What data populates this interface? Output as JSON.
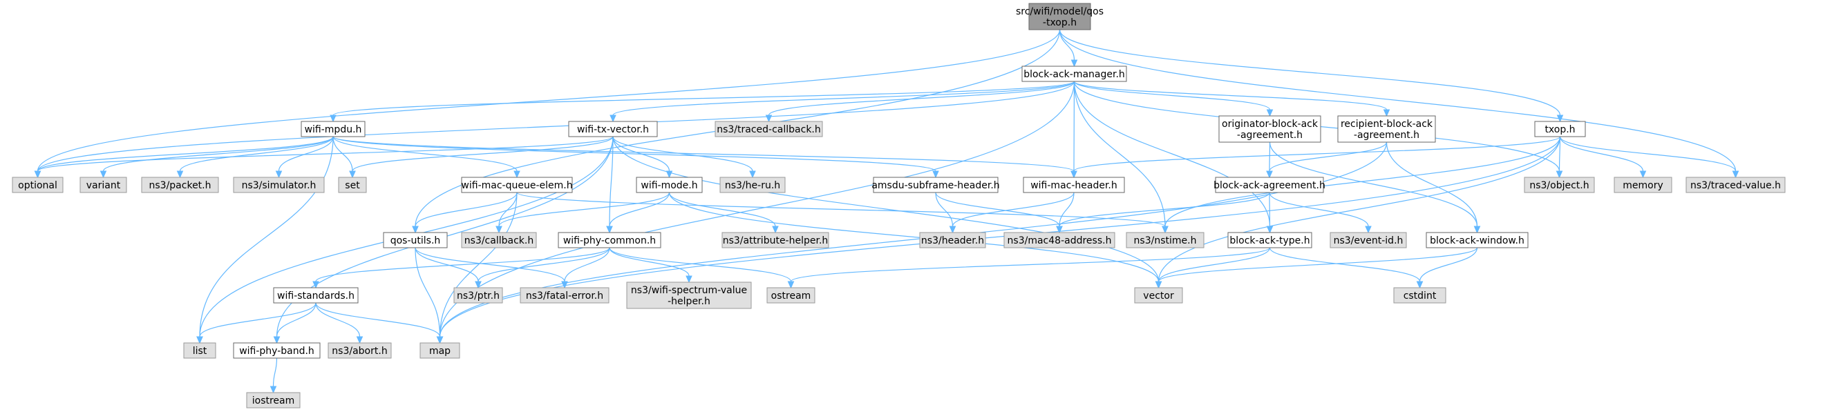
{
  "graph": {
    "colors": {
      "root_fill": "#999999",
      "local_fill": "#ffffff",
      "external_fill": "#e0e0e0",
      "edge": "#63b8ff"
    },
    "nodes": [
      {
        "id": "txop_h_root",
        "lines": [
          "src/wifi/model/qos",
          "-txop.h"
        ],
        "kind": "root"
      },
      {
        "id": "block_ack_manager",
        "lines": [
          "block-ack-manager.h"
        ],
        "kind": "local"
      },
      {
        "id": "txop_h",
        "lines": [
          "txop.h"
        ],
        "kind": "local"
      },
      {
        "id": "wifi_mpdu",
        "lines": [
          "wifi-mpdu.h"
        ],
        "kind": "local"
      },
      {
        "id": "wifi_tx_vector",
        "lines": [
          "wifi-tx-vector.h"
        ],
        "kind": "local"
      },
      {
        "id": "traced_callback",
        "lines": [
          "ns3/traced-callback.h"
        ],
        "kind": "ext"
      },
      {
        "id": "originator_baa",
        "lines": [
          "originator-block-ack",
          "-agreement.h"
        ],
        "kind": "local"
      },
      {
        "id": "recipient_baa",
        "lines": [
          "recipient-block-ack",
          "-agreement.h"
        ],
        "kind": "local"
      },
      {
        "id": "optional",
        "lines": [
          "optional"
        ],
        "kind": "ext"
      },
      {
        "id": "variant",
        "lines": [
          "variant"
        ],
        "kind": "ext"
      },
      {
        "id": "packet",
        "lines": [
          "ns3/packet.h"
        ],
        "kind": "ext"
      },
      {
        "id": "simulator",
        "lines": [
          "ns3/simulator.h"
        ],
        "kind": "ext"
      },
      {
        "id": "set",
        "lines": [
          "set"
        ],
        "kind": "ext"
      },
      {
        "id": "wifi_mac_queue_elem",
        "lines": [
          "wifi-mac-queue-elem.h"
        ],
        "kind": "local"
      },
      {
        "id": "wifi_mode",
        "lines": [
          "wifi-mode.h"
        ],
        "kind": "local"
      },
      {
        "id": "he_ru",
        "lines": [
          "ns3/he-ru.h"
        ],
        "kind": "ext"
      },
      {
        "id": "amsdu_subframe",
        "lines": [
          "amsdu-subframe-header.h"
        ],
        "kind": "local"
      },
      {
        "id": "wifi_mac_header",
        "lines": [
          "wifi-mac-header.h"
        ],
        "kind": "local"
      },
      {
        "id": "block_ack_agreement",
        "lines": [
          "block-ack-agreement.h"
        ],
        "kind": "local"
      },
      {
        "id": "object",
        "lines": [
          "ns3/object.h"
        ],
        "kind": "ext"
      },
      {
        "id": "memory",
        "lines": [
          "memory"
        ],
        "kind": "ext"
      },
      {
        "id": "traced_value",
        "lines": [
          "ns3/traced-value.h"
        ],
        "kind": "ext"
      },
      {
        "id": "qos_utils",
        "lines": [
          "qos-utils.h"
        ],
        "kind": "local"
      },
      {
        "id": "callback",
        "lines": [
          "ns3/callback.h"
        ],
        "kind": "ext"
      },
      {
        "id": "wifi_phy_common",
        "lines": [
          "wifi-phy-common.h"
        ],
        "kind": "local"
      },
      {
        "id": "attribute_helper",
        "lines": [
          "ns3/attribute-helper.h"
        ],
        "kind": "ext"
      },
      {
        "id": "header",
        "lines": [
          "ns3/header.h"
        ],
        "kind": "ext"
      },
      {
        "id": "mac48",
        "lines": [
          "ns3/mac48-address.h"
        ],
        "kind": "ext"
      },
      {
        "id": "nstime",
        "lines": [
          "ns3/nstime.h"
        ],
        "kind": "ext"
      },
      {
        "id": "block_ack_type",
        "lines": [
          "block-ack-type.h"
        ],
        "kind": "local"
      },
      {
        "id": "event_id",
        "lines": [
          "ns3/event-id.h"
        ],
        "kind": "ext"
      },
      {
        "id": "block_ack_window",
        "lines": [
          "block-ack-window.h"
        ],
        "kind": "local"
      },
      {
        "id": "wifi_standards",
        "lines": [
          "wifi-standards.h"
        ],
        "kind": "local"
      },
      {
        "id": "ptr",
        "lines": [
          "ns3/ptr.h"
        ],
        "kind": "ext"
      },
      {
        "id": "fatal_error",
        "lines": [
          "ns3/fatal-error.h"
        ],
        "kind": "ext"
      },
      {
        "id": "spectrum_value_helper",
        "lines": [
          "ns3/wifi-spectrum-value",
          "-helper.h"
        ],
        "kind": "ext"
      },
      {
        "id": "ostream",
        "lines": [
          "ostream"
        ],
        "kind": "ext"
      },
      {
        "id": "vector",
        "lines": [
          "vector"
        ],
        "kind": "ext"
      },
      {
        "id": "cstdint",
        "lines": [
          "cstdint"
        ],
        "kind": "ext"
      },
      {
        "id": "list",
        "lines": [
          "list"
        ],
        "kind": "ext"
      },
      {
        "id": "wifi_phy_band",
        "lines": [
          "wifi-phy-band.h"
        ],
        "kind": "local"
      },
      {
        "id": "abort",
        "lines": [
          "ns3/abort.h"
        ],
        "kind": "ext"
      },
      {
        "id": "map",
        "lines": [
          "map"
        ],
        "kind": "ext"
      },
      {
        "id": "iostream",
        "lines": [
          "iostream"
        ],
        "kind": "ext"
      }
    ],
    "edges": [
      [
        "txop_h_root",
        "block_ack_manager"
      ],
      [
        "txop_h_root",
        "txop_h"
      ],
      [
        "txop_h_root",
        "optional"
      ],
      [
        "txop_h_root",
        "qos_utils"
      ],
      [
        "txop_h_root",
        "traced_value"
      ],
      [
        "block_ack_manager",
        "wifi_mpdu"
      ],
      [
        "block_ack_manager",
        "wifi_tx_vector"
      ],
      [
        "block_ack_manager",
        "traced_callback"
      ],
      [
        "block_ack_manager",
        "originator_baa"
      ],
      [
        "block_ack_manager",
        "recipient_baa"
      ],
      [
        "block_ack_manager",
        "optional"
      ],
      [
        "block_ack_manager",
        "wifi_mac_header"
      ],
      [
        "block_ack_manager",
        "nstime"
      ],
      [
        "block_ack_manager",
        "block_ack_type"
      ],
      [
        "block_ack_manager",
        "object"
      ],
      [
        "block_ack_manager",
        "map"
      ],
      [
        "wifi_mpdu",
        "optional"
      ],
      [
        "wifi_mpdu",
        "variant"
      ],
      [
        "wifi_mpdu",
        "packet"
      ],
      [
        "wifi_mpdu",
        "simulator"
      ],
      [
        "wifi_mpdu",
        "set"
      ],
      [
        "wifi_mpdu",
        "wifi_mac_queue_elem"
      ],
      [
        "wifi_mpdu",
        "amsdu_subframe"
      ],
      [
        "wifi_mpdu",
        "wifi_mac_header"
      ],
      [
        "wifi_mpdu",
        "list"
      ],
      [
        "wifi_tx_vector",
        "optional"
      ],
      [
        "wifi_tx_vector",
        "set"
      ],
      [
        "wifi_tx_vector",
        "wifi_mode"
      ],
      [
        "wifi_tx_vector",
        "he_ru"
      ],
      [
        "wifi_tx_vector",
        "wifi_phy_common"
      ],
      [
        "wifi_tx_vector",
        "wifi_phy_band"
      ],
      [
        "wifi_tx_vector",
        "list"
      ],
      [
        "wifi_tx_vector",
        "vector"
      ],
      [
        "originator_baa",
        "block_ack_agreement"
      ],
      [
        "originator_baa",
        "block_ack_window"
      ],
      [
        "recipient_baa",
        "block_ack_agreement"
      ],
      [
        "recipient_baa",
        "block_ack_window"
      ],
      [
        "recipient_baa",
        "map"
      ],
      [
        "wifi_mac_queue_elem",
        "qos_utils"
      ],
      [
        "wifi_mac_queue_elem",
        "callback"
      ],
      [
        "wifi_mac_queue_elem",
        "nstime"
      ],
      [
        "wifi_mac_queue_elem",
        "map"
      ],
      [
        "wifi_mode",
        "callback"
      ],
      [
        "wifi_mode",
        "wifi_phy_common"
      ],
      [
        "wifi_mode",
        "attribute_helper"
      ],
      [
        "wifi_mode",
        "vector"
      ],
      [
        "amsdu_subframe",
        "header"
      ],
      [
        "amsdu_subframe",
        "mac48"
      ],
      [
        "wifi_mac_header",
        "header"
      ],
      [
        "wifi_mac_header",
        "mac48"
      ],
      [
        "block_ack_agreement",
        "mac48"
      ],
      [
        "block_ack_agreement",
        "block_ack_type"
      ],
      [
        "block_ack_agreement",
        "event_id"
      ],
      [
        "txop_h",
        "wifi_mac_header"
      ],
      [
        "txop_h",
        "object"
      ],
      [
        "txop_h",
        "memory"
      ],
      [
        "txop_h",
        "traced_value"
      ],
      [
        "txop_h",
        "nstime"
      ],
      [
        "txop_h",
        "vector"
      ],
      [
        "txop_h",
        "map"
      ],
      [
        "qos_utils",
        "ptr"
      ],
      [
        "qos_utils",
        "fatal_error"
      ],
      [
        "qos_utils",
        "map"
      ],
      [
        "wifi_phy_common",
        "wifi_standards"
      ],
      [
        "wifi_phy_common",
        "ptr"
      ],
      [
        "wifi_phy_common",
        "fatal_error"
      ],
      [
        "wifi_phy_common",
        "spectrum_value_helper"
      ],
      [
        "wifi_phy_common",
        "ostream"
      ],
      [
        "block_ack_type",
        "ostream"
      ],
      [
        "block_ack_type",
        "vector"
      ],
      [
        "block_ack_type",
        "cstdint"
      ],
      [
        "block_ack_window",
        "vector"
      ],
      [
        "block_ack_window",
        "cstdint"
      ],
      [
        "wifi_standards",
        "list"
      ],
      [
        "wifi_standards",
        "wifi_phy_band"
      ],
      [
        "wifi_standards",
        "abort"
      ],
      [
        "wifi_standards",
        "map"
      ],
      [
        "wifi_phy_band",
        "iostream"
      ]
    ]
  }
}
